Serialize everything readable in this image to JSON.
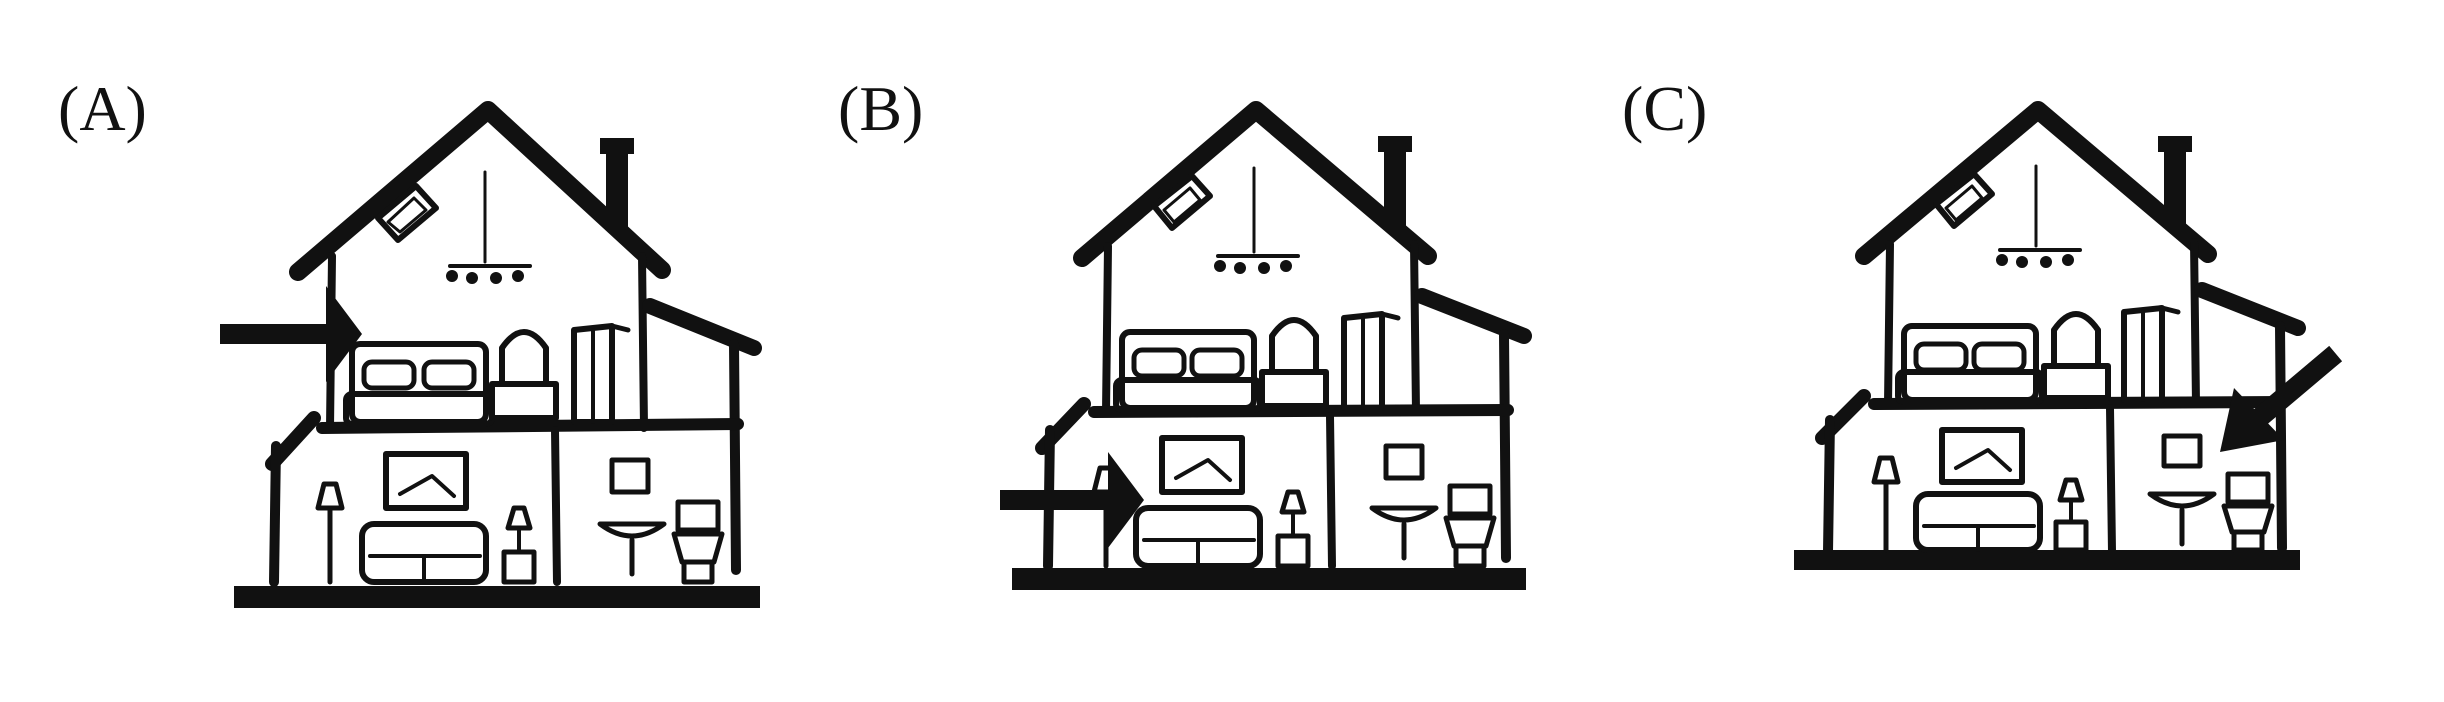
{
  "figure": {
    "panels": [
      {
        "id": "A",
        "label": "(A)",
        "arrow_target": "upstairs-bedroom",
        "arrow_direction": "right"
      },
      {
        "id": "B",
        "label": "(B)",
        "arrow_target": "downstairs-living-room",
        "arrow_direction": "right"
      },
      {
        "id": "C",
        "label": "(C)",
        "arrow_target": "downstairs-bathroom",
        "arrow_direction": "down-left"
      }
    ],
    "ink_color": "#111111",
    "background": "#ffffff",
    "icons": [
      "house-icon",
      "bed-icon",
      "vanity-mirror-icon",
      "wardrobe-icon",
      "chandelier-icon",
      "skylight-icon",
      "chimney-icon",
      "sofa-icon",
      "floor-lamp-icon",
      "table-lamp-icon",
      "framed-picture-icon",
      "sink-icon",
      "toilet-icon",
      "arrow-icon"
    ]
  }
}
